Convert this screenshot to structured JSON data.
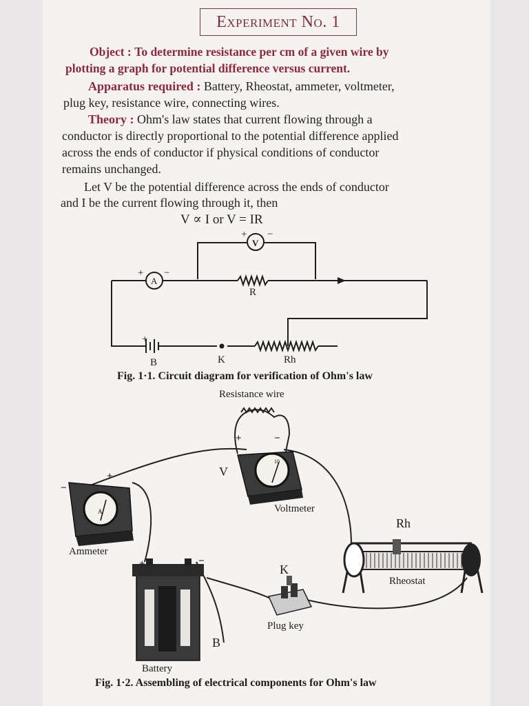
{
  "title": "Experiment No. 1",
  "object": {
    "label": "Object :",
    "line1": "To determine resistance per cm of a given wire by",
    "line2": "plotting a graph for potential difference versus current."
  },
  "apparatus": {
    "label": "Apparatus required :",
    "line1": "Battery, Rheostat, ammeter, voltmeter,",
    "line2": "plug key, resistance wire, connecting wires."
  },
  "theory": {
    "label": "Theory :",
    "line1": "Ohm's law states that current flowing through a",
    "line2": "conductor is directly proportional to the potential difference applied",
    "line3": "across the ends of conductor if physical conditions of conductor",
    "line4": "remains unchanged."
  },
  "let_text": {
    "line1": "Let V be the potential difference across the ends of conductor",
    "line2": "and I be the current flowing through it, then"
  },
  "formula": "V ∝ I  or V = IR",
  "fig1": {
    "caption": "Fig. 1·1. Circuit diagram for verification of Ohm's law",
    "labels": {
      "V": "V",
      "A": "A",
      "R": "R",
      "B": "B",
      "K": "K",
      "Rh": "Rh",
      "plus": "+",
      "minus": "−"
    }
  },
  "fig2": {
    "caption": "Fig. 1·2. Assembling of electrical components for Ohm's law",
    "labels": {
      "resistance_wire": "Resistance wire",
      "V": "V",
      "voltmeter": "Voltmeter",
      "ammeter": "Ammeter",
      "rh": "Rh",
      "rheostat": "Rheostat",
      "k": "K",
      "plug_key": "Plug key",
      "b": "B",
      "battery": "Battery",
      "plus": "+",
      "minus": "−"
    }
  },
  "colors": {
    "heading": "#8a2a3c",
    "text": "#222222",
    "paper": "#f6f2f1"
  }
}
